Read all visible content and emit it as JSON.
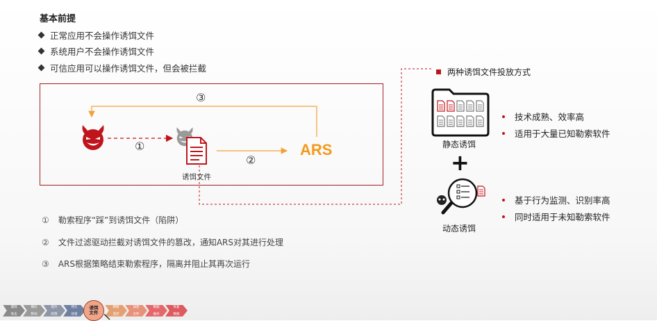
{
  "title": "基本前提",
  "premises": [
    "正常应用不会操作诱饵文件",
    "系统用户不会操作诱饵文件",
    "可信应用可以操作诱饵文件，但会被拦截"
  ],
  "diagram": {
    "ars_label": "ARS",
    "bait_label": "诱饵文件",
    "marker_1": "①",
    "marker_2": "②",
    "marker_3": "③"
  },
  "steps": [
    {
      "num": "①",
      "text": "勒索程序“踩”到诱饵文件（陷阱）"
    },
    {
      "num": "②",
      "text": "文件过滤驱动拦截对诱饵文件的篡改，通知ARS对其进行处理"
    },
    {
      "num": "③",
      "text": "ARS根据策略结束勒索程序，隔离并阻止其再次运行"
    }
  ],
  "right": {
    "title": "两种诱饵文件投放方式",
    "static": {
      "label": "静态诱饵",
      "bullets": [
        "技术成熟、效率高",
        "适用于大量已知勒索软件"
      ]
    },
    "plus": "+",
    "dynamic": {
      "label": "动态诱饵",
      "bullets": [
        "基于行为监测、识别率高",
        "同时适用于未知勒索软件"
      ]
    }
  },
  "progress": {
    "steps": [
      {
        "line1": "漏洞",
        "line2": "攻击",
        "color": "#8a8a8a"
      },
      {
        "line1": "横向",
        "line2": "移动",
        "color": "#9a9a9a"
      },
      {
        "line1": "提升",
        "line2": "权限",
        "color": "#8e96a8"
      },
      {
        "line1": "持久",
        "line2": "驻留",
        "color": "#6f7fa0"
      }
    ],
    "active": {
      "line1": "诱饵",
      "line2": "文件"
    },
    "after": [
      {
        "line1": "网络",
        "line2": "监控",
        "color": "#e3a173"
      },
      {
        "line1": "加密",
        "line2": "文件",
        "color": "#e7927a"
      },
      {
        "line1": "数据",
        "line2": "备份",
        "color": "#e4676a"
      },
      {
        "line1": "恢复",
        "line2": "数据",
        "color": "#dd5a5f"
      }
    ]
  },
  "colors": {
    "accent_red": "#c0141c",
    "box_red": "#a21d22",
    "ars_orange": "#f39a1b",
    "arrow_orange": "#f0a23a"
  }
}
